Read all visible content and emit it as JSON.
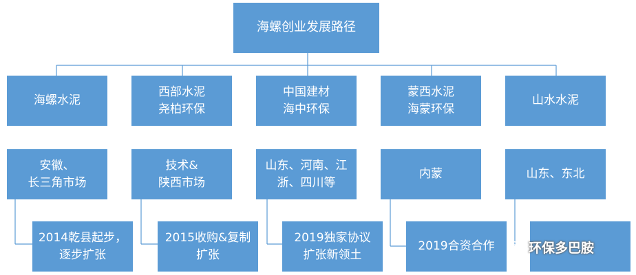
{
  "title": "海螺创业发展路径",
  "columns": [
    {
      "company": [
        "海螺水泥"
      ],
      "market": [
        "安徽、",
        "长三角市场"
      ],
      "milestone": [
        "2014乾县起步，",
        "逐步扩张"
      ]
    },
    {
      "company": [
        "西部水泥",
        "尧柏环保"
      ],
      "market": [
        "技术&",
        "陕西市场"
      ],
      "milestone": [
        "2015收购&复制",
        "扩张"
      ]
    },
    {
      "company": [
        "中国建材",
        "海中环保"
      ],
      "market": [
        "山东、河南、江",
        "浙、四川等"
      ],
      "milestone": [
        "2019独家协议",
        "扩张新领土"
      ]
    },
    {
      "company": [
        "蒙西水泥",
        "海蒙环保"
      ],
      "market": [
        "内蒙"
      ],
      "milestone": [
        "2019合资合作"
      ]
    },
    {
      "company": [
        "山水水泥"
      ],
      "market": [
        "山东、东北"
      ],
      "milestone": []
    }
  ],
  "watermark": {
    "icon": "wechat-icon",
    "text": "环保多巴胺"
  },
  "colors": {
    "box": "#5b9bd5",
    "line": "#5b9bd5",
    "text": "#ffffff"
  }
}
